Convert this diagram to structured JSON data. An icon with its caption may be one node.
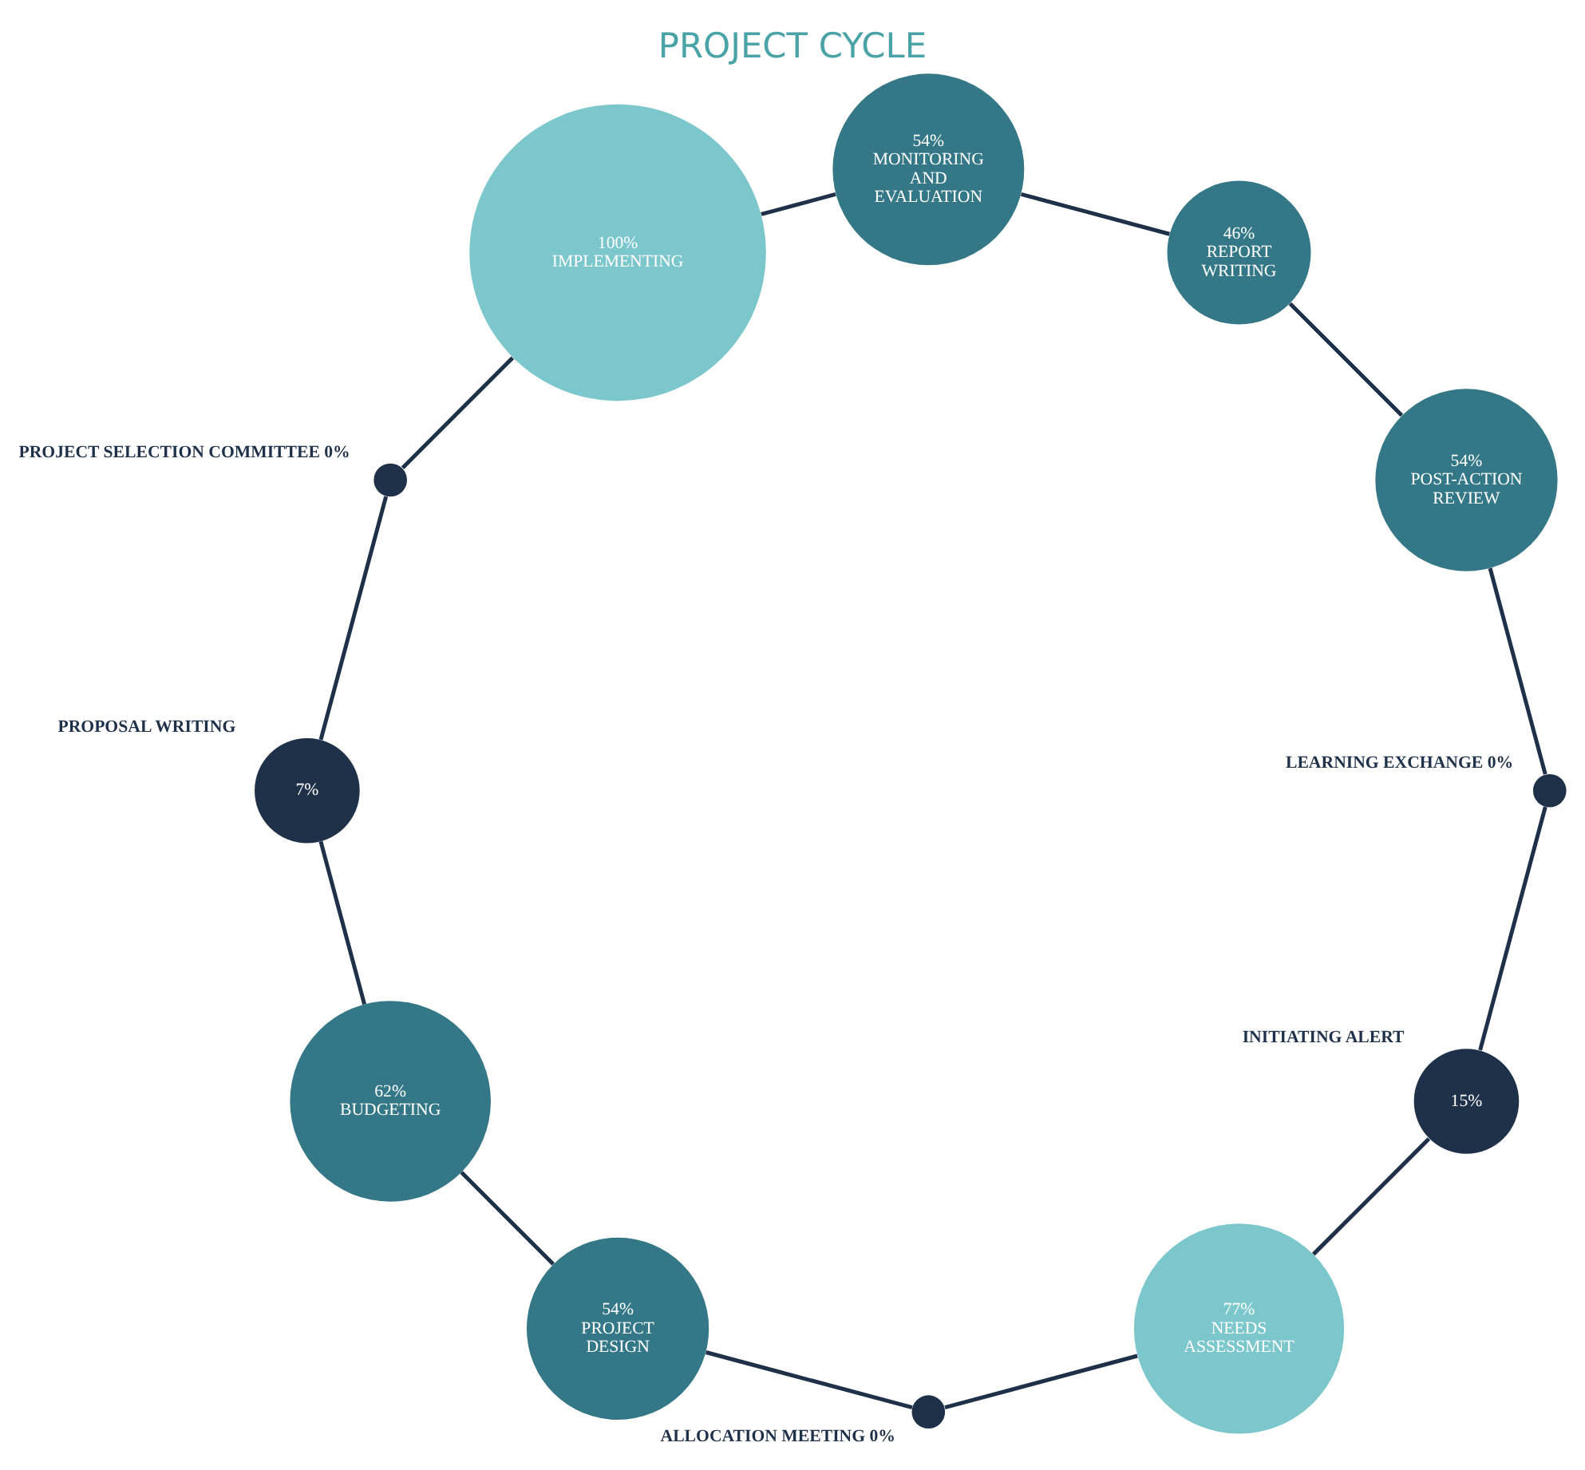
{
  "diagram": {
    "title": "PROJECT CYCLE",
    "nodes": [
      {
        "text": [
          "15%"
        ],
        "beside": [
          "INITIATING ALERT"
        ]
      },
      {
        "text": [
          "77%",
          "NEEDS ASSESSMENT"
        ]
      },
      {
        "text": [],
        "shape": "circle",
        "beside": [
          "ALLOCATION MEETING 0%"
        ]
      },
      {
        "text": [
          "54%",
          "PROJECT DESIGN"
        ]
      },
      {
        "text": [
          "62%",
          "BUDGETING"
        ]
      },
      {
        "text": [
          "7%"
        ],
        "beside": [
          "PROPOSAL WRITING"
        ]
      },
      {
        "text": [],
        "shape": "circle",
        "beside": [
          "PROJECT SELECTION COMMITTEE 0%"
        ]
      },
      {
        "text": [
          "100%",
          "IMPLEMENTING"
        ]
      },
      {
        "text": [
          "54%",
          "MONITORING AND EVALUATION"
        ]
      },
      {
        "text": [
          "46%",
          "REPORT WRITING"
        ]
      },
      {
        "text": [
          "54%",
          "POST-ACTION REVIEW"
        ]
      },
      {
        "text": [],
        "shape": "circle",
        "beside": [
          "LEARNING EXCHANGE 0%"
        ]
      }
    ],
    "edges": [
      {
        "from": 0,
        "to": 1,
        "arrow": "none"
      },
      {
        "from": 1,
        "to": 2,
        "arrow": "none"
      },
      {
        "from": 2,
        "to": 3,
        "arrow": "none"
      },
      {
        "from": 3,
        "to": 4,
        "arrow": "none"
      },
      {
        "from": 4,
        "to": 5,
        "arrow": "none"
      },
      {
        "from": 5,
        "to": 6,
        "arrow": "none"
      },
      {
        "from": 6,
        "to": 7,
        "arrow": "none"
      },
      {
        "from": 7,
        "to": 8,
        "arrow": "none"
      },
      {
        "from": 8,
        "to": 9,
        "arrow": "none"
      },
      {
        "from": 9,
        "to": 10,
        "arrow": "none"
      },
      {
        "from": 10,
        "to": 11,
        "arrow": "none"
      },
      {
        "from": 11,
        "to": 0,
        "arrow": "none"
      }
    ]
  }
}
